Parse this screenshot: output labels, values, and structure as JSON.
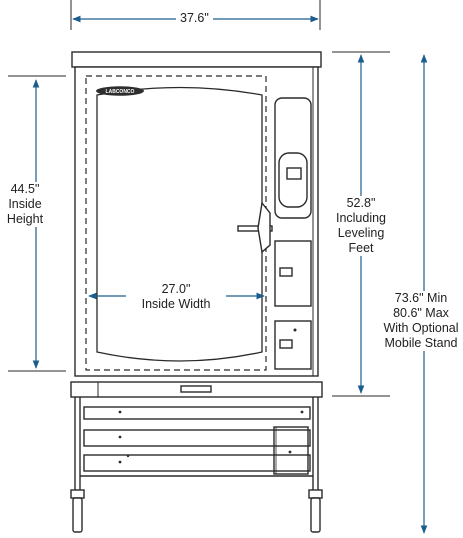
{
  "brand": "LABCONCO",
  "dimensions": {
    "overall_width": "37.6\"",
    "inside_height": [
      "44.5\"",
      "Inside",
      "Height"
    ],
    "inside_width": [
      "27.0\"",
      "Inside Width"
    ],
    "height_with_feet": [
      "52.8\"",
      "Including",
      "Leveling",
      "Feet"
    ],
    "height_with_stand": [
      "73.6\" Min",
      "80.6\" Max",
      "With Optional",
      "Mobile Stand"
    ]
  },
  "colors": {
    "line": "#2a2a2a",
    "arrow": "#1b5e8c",
    "badge": "#2e2e2e"
  }
}
